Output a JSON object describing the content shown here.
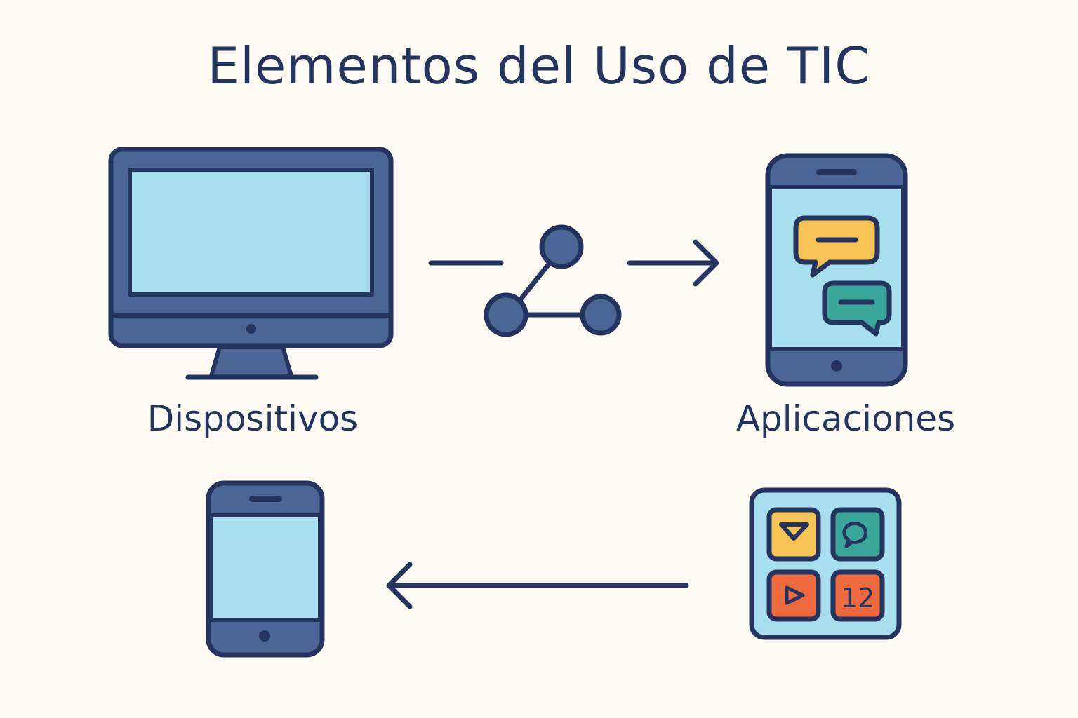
{
  "title": "Elementos del Uso de TIC",
  "labels": {
    "devices": "Dispositivos",
    "applications": "Aplicaciones"
  },
  "app_grid": {
    "tiles": [
      {
        "icon": "mail-icon",
        "color": "#F6C454"
      },
      {
        "icon": "chat-bubble-icon",
        "color": "#3BA79B"
      },
      {
        "icon": "play-icon",
        "color": "#EE6A3E"
      },
      {
        "icon": "calendar-icon",
        "color": "#EE6A3E",
        "text": "12"
      }
    ]
  },
  "colors": {
    "background": "#FDFAF4",
    "outline": "#24345E",
    "device_body": "#4A6596",
    "screen": "#A7DFEE",
    "chat_yellow": "#F6C454",
    "chat_teal": "#3BA79B",
    "app_red": "#EE6A3E"
  }
}
